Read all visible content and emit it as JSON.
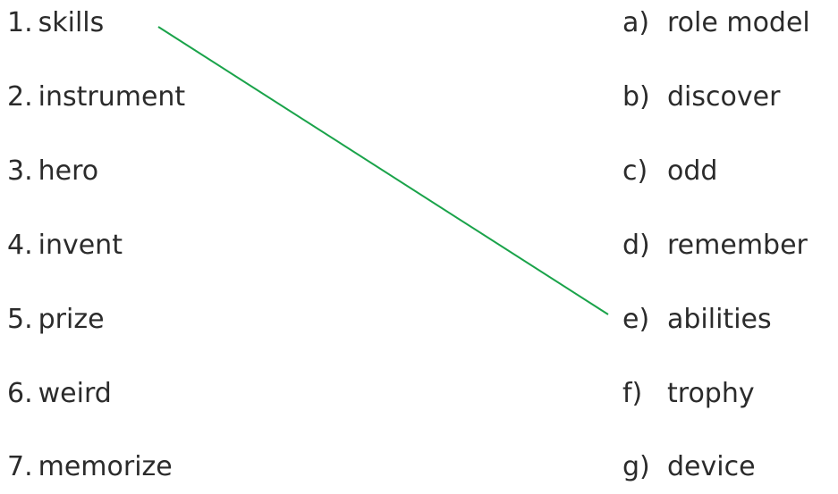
{
  "left_column": {
    "items": [
      {
        "number": "1.",
        "word": "skills"
      },
      {
        "number": "2.",
        "word": "instrument"
      },
      {
        "number": "3.",
        "word": "hero"
      },
      {
        "number": "4.",
        "word": "invent"
      },
      {
        "number": "5.",
        "word": "prize"
      },
      {
        "number": "6.",
        "word": "weird"
      },
      {
        "number": "7.",
        "word": "memorize"
      }
    ]
  },
  "right_column": {
    "items": [
      {
        "letter": "a)",
        "word": "role model"
      },
      {
        "letter": "b)",
        "word": "discover"
      },
      {
        "letter": "c)",
        "word": "odd"
      },
      {
        "letter": "d)",
        "word": "remember"
      },
      {
        "letter": "e)",
        "word": "abilities"
      },
      {
        "letter": "f)",
        "word": "trophy"
      },
      {
        "letter": "g)",
        "word": "device"
      }
    ]
  },
  "matches": [
    {
      "from": "1.",
      "to": "e)",
      "color": "#1aa34a"
    }
  ]
}
